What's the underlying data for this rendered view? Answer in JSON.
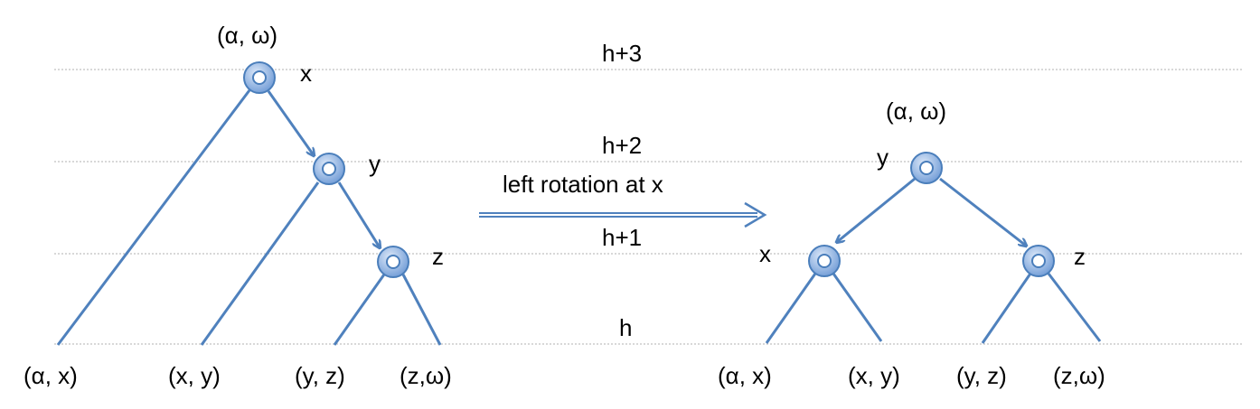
{
  "colors": {
    "edge": "#4f81bd",
    "node_fill": "#a9c4ea",
    "node_ring": "#4a7ebb",
    "gridline": "#b0b0b0",
    "arrow": "#4f81bd"
  },
  "levels": {
    "h3": "h+3",
    "h2": "h+2",
    "h1": "h+1",
    "h0": "h"
  },
  "operation": {
    "label": "left rotation at x"
  },
  "left_tree": {
    "root_range": "(α, ω)",
    "node_x": "x",
    "node_y": "y",
    "node_z": "z",
    "leaves": [
      "(α, x)",
      "(x, y)",
      "(y, z)",
      "(z,ω)"
    ]
  },
  "right_tree": {
    "root_range": "(α, ω)",
    "node_y": "y",
    "node_x": "x",
    "node_z": "z",
    "leaves": [
      "(α, x)",
      "(x, y)",
      "(y, z)",
      "(z,ω)"
    ]
  }
}
